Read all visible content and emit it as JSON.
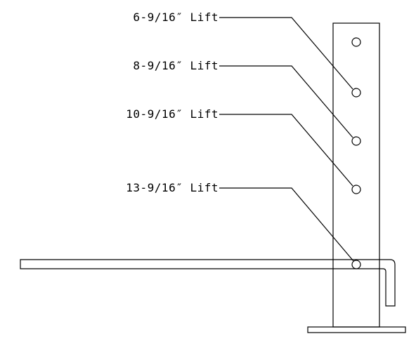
{
  "diagram": {
    "labels": {
      "lift_1": "6-9/16″ Lift",
      "lift_2": "8-9/16″ Lift",
      "lift_3": "10-9/16″ Lift",
      "lift_4": "13-9/16″ Lift"
    },
    "hole_count": 5
  }
}
